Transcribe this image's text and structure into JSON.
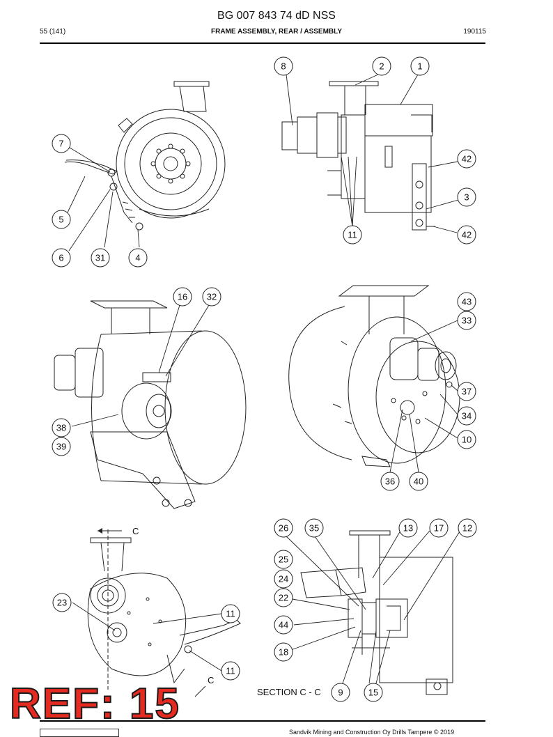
{
  "header": {
    "doc_number": "BG 007 843 74 dD NSS",
    "page": "55 (141)",
    "title": "FRAME ASSEMBLY, REAR / ASSEMBLY",
    "code": "190115"
  },
  "views": {
    "view1": {
      "callouts": [
        "7",
        "5",
        "6",
        "31",
        "4"
      ]
    },
    "view2": {
      "callouts": [
        "8",
        "2",
        "1",
        "42",
        "3",
        "11",
        "42"
      ]
    },
    "view3": {
      "callouts": [
        "16",
        "32",
        "38",
        "39"
      ]
    },
    "view4": {
      "callouts": [
        "43",
        "33",
        "37",
        "34",
        "10",
        "36",
        "40"
      ]
    },
    "view5": {
      "section_marker": "C",
      "section_marker_bottom": "C",
      "callouts": [
        "23",
        "11",
        "11"
      ]
    },
    "view6": {
      "section_label": "SECTION C - C",
      "callouts": [
        "26",
        "35",
        "13",
        "17",
        "12",
        "25",
        "24",
        "22",
        "44",
        "18",
        "9",
        "15"
      ]
    }
  },
  "stamp": {
    "text": "REF: 15"
  },
  "footer": {
    "copyright": "Sandvik Mining and Construction Oy Drills Tampere © 2019"
  },
  "colors": {
    "stamp_fill": "#e52a22",
    "stamp_outline": "#1a1a1a",
    "line": "#222222"
  }
}
